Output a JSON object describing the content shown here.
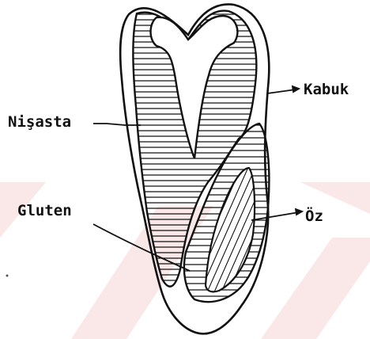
{
  "diagram": {
    "labels": {
      "kabuk": "Kabuk",
      "nisasta": "Nişasta",
      "gluten": "Gluten",
      "oz": "Öz"
    },
    "colors": {
      "ink": "#111111",
      "watermark": "#f7d9da"
    }
  }
}
